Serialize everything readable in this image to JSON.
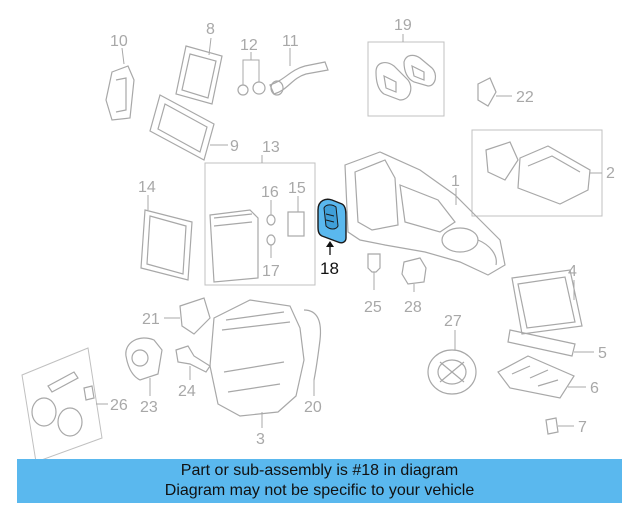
{
  "banner": {
    "line1": "Part or sub-assembly is #18 in diagram",
    "line2": "Diagram may not be specific to your vehicle"
  },
  "callouts": [
    "1",
    "2",
    "3",
    "4",
    "5",
    "6",
    "7",
    "8",
    "9",
    "10",
    "11",
    "12",
    "13",
    "14",
    "15",
    "16",
    "17",
    "18",
    "19",
    "20",
    "21",
    "22",
    "23",
    "24",
    "25",
    "26",
    "27",
    "28"
  ],
  "highlighted_part": "18",
  "colors": {
    "banner": "#5ab8ee",
    "highlight": "#5ab8ee",
    "linework": "#a8a8a8"
  }
}
